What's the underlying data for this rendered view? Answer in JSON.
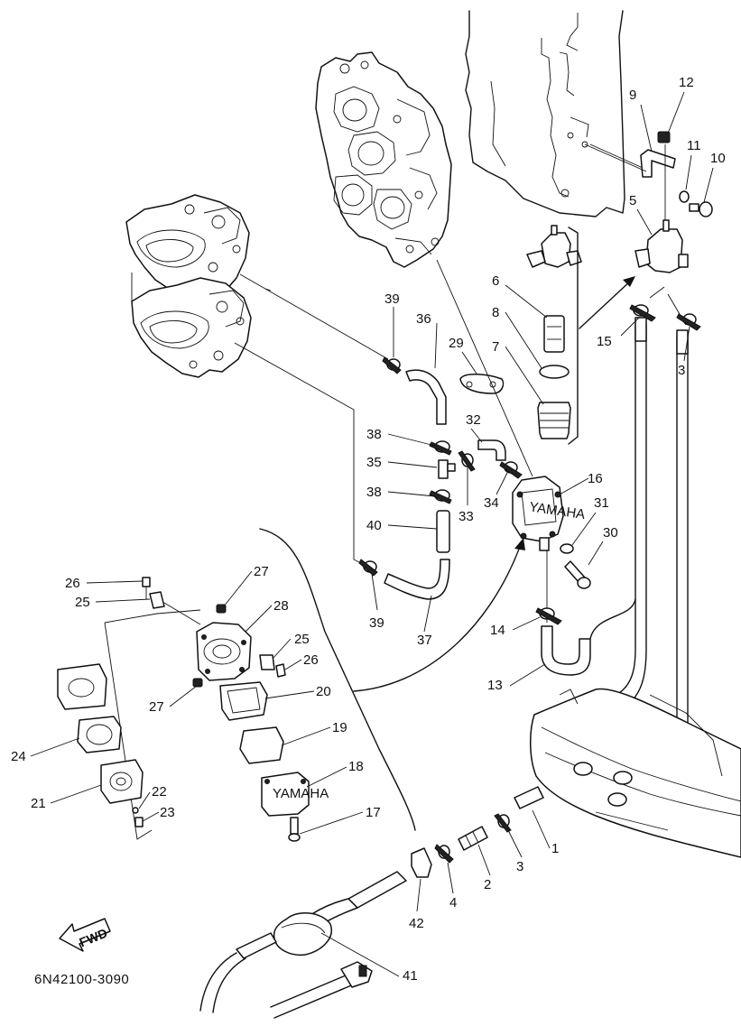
{
  "diagram_code": "6N42100-3090",
  "direction_label": "FWD",
  "pump_brand": "YAMAHA",
  "callouts": [
    {
      "id": "c1",
      "text": "1"
    },
    {
      "id": "c2",
      "text": "2"
    },
    {
      "id": "c3a",
      "text": "3"
    },
    {
      "id": "c3b",
      "text": "3"
    },
    {
      "id": "c4",
      "text": "4"
    },
    {
      "id": "c5",
      "text": "5"
    },
    {
      "id": "c6",
      "text": "6"
    },
    {
      "id": "c7",
      "text": "7"
    },
    {
      "id": "c8",
      "text": "8"
    },
    {
      "id": "c9",
      "text": "9"
    },
    {
      "id": "c10",
      "text": "10"
    },
    {
      "id": "c11",
      "text": "11"
    },
    {
      "id": "c12",
      "text": "12"
    },
    {
      "id": "c13",
      "text": "13"
    },
    {
      "id": "c14",
      "text": "14"
    },
    {
      "id": "c15",
      "text": "15"
    },
    {
      "id": "c16",
      "text": "16"
    },
    {
      "id": "c17",
      "text": "17"
    },
    {
      "id": "c18",
      "text": "18"
    },
    {
      "id": "c19",
      "text": "19"
    },
    {
      "id": "c20",
      "text": "20"
    },
    {
      "id": "c21",
      "text": "21"
    },
    {
      "id": "c22",
      "text": "22"
    },
    {
      "id": "c23",
      "text": "23"
    },
    {
      "id": "c24",
      "text": "24"
    },
    {
      "id": "c25a",
      "text": "25"
    },
    {
      "id": "c25b",
      "text": "25"
    },
    {
      "id": "c26a",
      "text": "26"
    },
    {
      "id": "c26b",
      "text": "26"
    },
    {
      "id": "c27a",
      "text": "27"
    },
    {
      "id": "c27b",
      "text": "27"
    },
    {
      "id": "c28",
      "text": "28"
    },
    {
      "id": "c29",
      "text": "29"
    },
    {
      "id": "c30",
      "text": "30"
    },
    {
      "id": "c31",
      "text": "31"
    },
    {
      "id": "c32",
      "text": "32"
    },
    {
      "id": "c33",
      "text": "33"
    },
    {
      "id": "c34",
      "text": "34"
    },
    {
      "id": "c35",
      "text": "35"
    },
    {
      "id": "c36",
      "text": "36"
    },
    {
      "id": "c37",
      "text": "37"
    },
    {
      "id": "c38a",
      "text": "38"
    },
    {
      "id": "c38b",
      "text": "38"
    },
    {
      "id": "c39a",
      "text": "39"
    },
    {
      "id": "c39b",
      "text": "39"
    },
    {
      "id": "c40",
      "text": "40"
    },
    {
      "id": "c41",
      "text": "41"
    },
    {
      "id": "c42",
      "text": "42"
    }
  ]
}
